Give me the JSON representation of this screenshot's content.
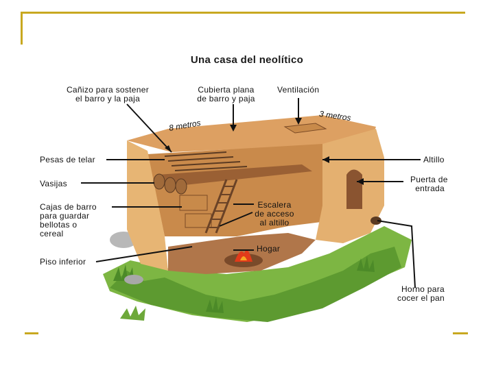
{
  "title": "Una casa del neolítico",
  "labels": {
    "canizo": [
      "Cañizo para sostener",
      "el barro y la paja"
    ],
    "cubierta": [
      "Cubierta plana",
      "de barro y paja"
    ],
    "ventilacion": "Ventilación",
    "medida_8": "8 metros",
    "medida_3": "3 metros",
    "pesas": "Pesas de telar",
    "altillo": "Altillo",
    "vasijas": "Vasijas",
    "puerta": [
      "Puerta de",
      "entrada"
    ],
    "cajas": [
      "Cajas de barro",
      "para guardar",
      "bellotas o",
      "cereal"
    ],
    "escalera": [
      "Escalera",
      "de acceso",
      "al altillo"
    ],
    "hogar": "Hogar",
    "piso": "Piso inferior",
    "horno": [
      "Horno para",
      "cocer el pan"
    ]
  },
  "colors": {
    "frame_accent": "#c8a820",
    "wall": "#e6b572",
    "wall_shadow": "#c88a4a",
    "grass": "#6da83a",
    "fire": "#e23a1a"
  }
}
